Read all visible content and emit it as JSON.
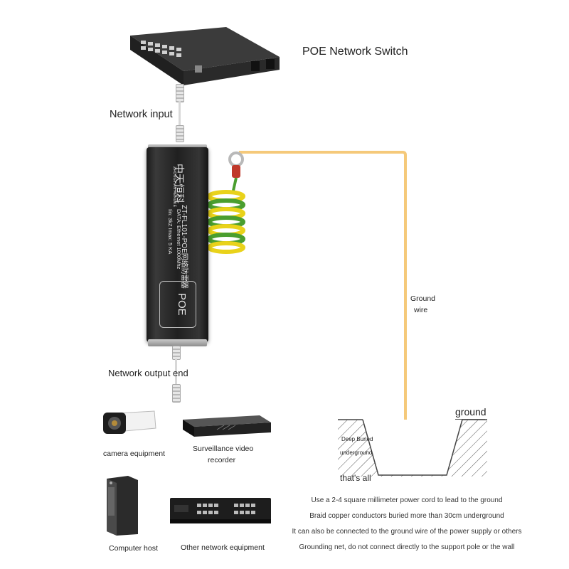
{
  "labels": {
    "switch": "POE Network Switch",
    "network_input": "Network input",
    "network_output": "Network output end",
    "ground_wire_line1": "Ground",
    "ground_wire_line2": "wire",
    "ground": "ground",
    "deep_buried": "Deep Buried",
    "underground": "underground",
    "thats_all": "that's all",
    "camera": "camera equipment",
    "nvr_line1": "Surveillance video",
    "nvr_line2": "recorder",
    "computer": "Computer host",
    "other": "Other network equipment"
  },
  "device": {
    "brand": "中天恒科",
    "brand_en": "ZHONGTIAN HENGKE",
    "model": "ZT-FL101-POE网络防雷器",
    "spec1": "DATA: Ethernet   1000Mhz",
    "spec2": "Iin: 3kZ    Imax: 5 KA",
    "badge": "POE"
  },
  "notes": [
    "Use a 2-4 square millimeter power cord to lead to the ground",
    "Braid copper conductors buried more than 30cm underground",
    "It can also be connected to the ground wire of the power supply or others",
    "Grounding net, do not connect directly to the support pole or the wall"
  ],
  "colors": {
    "ground_wire": "#f5c97a",
    "coil_green": "#4a9e2f",
    "coil_yellow": "#e9d21a",
    "device_dark": "#222222"
  }
}
